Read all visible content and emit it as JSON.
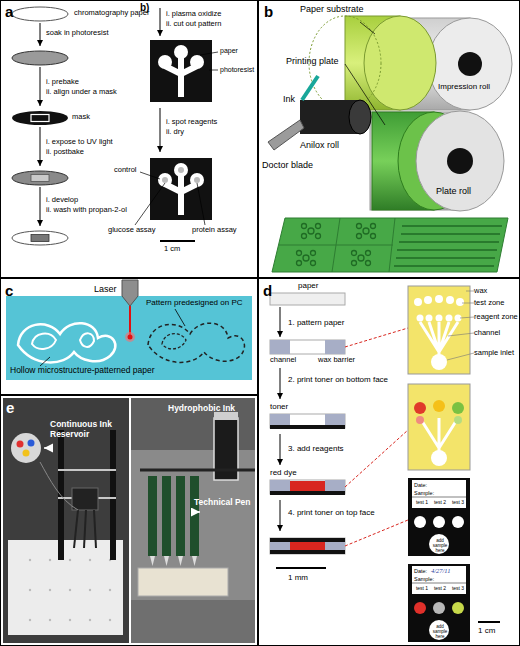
{
  "diagram": {
    "nodes": [
      {
        "text": [
          "a"
        ]
      },
      {
        "text": [
          "b"
        ]
      },
      {
        "text": [
          "c"
        ]
      },
      {
        "text": [
          "d"
        ]
      },
      {
        "text": [
          "e"
        ]
      },
      {
        "text": [
          "Date:",
          "Sample:",
          "test 1",
          "test 2",
          "test 3",
          "add sample here"
        ],
        "in": 3
      },
      {
        "text": [
          "Date:",
          "4/27/11",
          "Sample:",
          "test 1",
          "test 2",
          "test 3",
          "add sample here"
        ],
        "in": 3
      }
    ],
    "labels": [
      "b)",
      "chromatography paper",
      "soak in photoresist",
      "i. prebake",
      "ii. align under a mask",
      "mask",
      "i. expose to UV light",
      "ii. postbake",
      "i. develop",
      "ii. wash with propan-2-ol",
      "i. plasma oxidize",
      "ii. cut out pattern",
      "paper",
      "photoresist",
      "i. spot reagents",
      "ii. dry",
      "control",
      "glucose assay",
      "protein assay",
      "1 cm",
      "Paper substrate",
      "Printing plate",
      "Impression roll",
      "Ink",
      "Anilox roll",
      "Doctor blade",
      "Plate roll",
      "Laser",
      "Pattern predesigned on PC",
      "Hollow microstructure-patterned paper",
      "paper",
      "1. pattern paper",
      "channel",
      "wax barrier",
      "2. print toner on bottom face",
      "toner",
      "3. add reagents",
      "red dye",
      "4. print toner on top face",
      "1 mm",
      "wax",
      "test zone",
      "reagent zone",
      "channel",
      "sample inlet",
      "1 cm",
      "Continuous Ink Reservoir",
      "Hydrophobic Ink",
      "Technical Pen"
    ]
  }
}
